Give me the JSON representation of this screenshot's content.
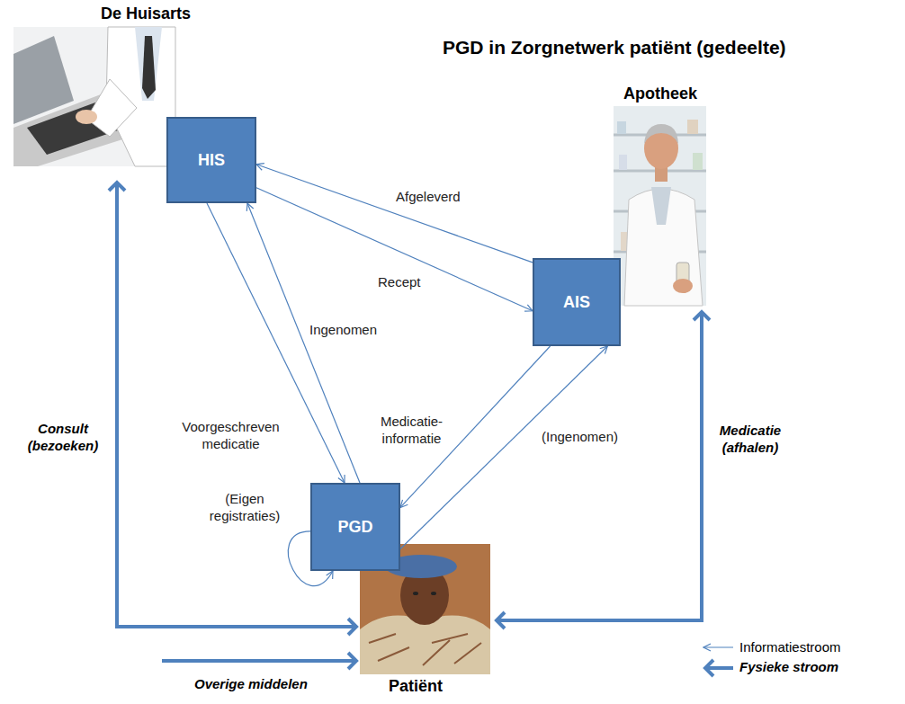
{
  "diagram": {
    "title": "PGD in Zorgnetwerk patiënt (gedeelte)",
    "nodes": [
      {
        "text": [
          "HIS"
        ]
      },
      {
        "text": [
          "AIS"
        ]
      },
      {
        "text": [
          "PGD"
        ]
      }
    ],
    "edges": [
      {
        "from": 1,
        "to": 0,
        "label": "Afgeleverd",
        "arrow": "to"
      },
      {
        "from": 0,
        "to": 1,
        "label": "Recept",
        "arrow": "to"
      },
      {
        "from": 2,
        "to": 0,
        "label": "Ingenomen",
        "arrow": "to"
      },
      {
        "from": 0,
        "to": 2,
        "label": "Voorgeschreven medicatie",
        "arrow": "to"
      },
      {
        "from": 1,
        "to": 2,
        "label": "Medicatie-informatie",
        "arrow": "to"
      },
      {
        "from": 2,
        "to": 1,
        "label": "(Ingenomen)",
        "arrow": "to"
      },
      {
        "from": 2,
        "to": 2,
        "label": "(Eigen registraties)",
        "arrow": "to"
      }
    ],
    "labels": [
      "De Huisarts",
      "Apotheek",
      "Patiënt",
      "Consult (bezoeken)",
      "Medicatie (afhalen)",
      "Overige middelen"
    ],
    "legend": [
      {
        "text": "Informatiestroom"
      },
      {
        "text": "Fysieke stroom"
      }
    ]
  }
}
